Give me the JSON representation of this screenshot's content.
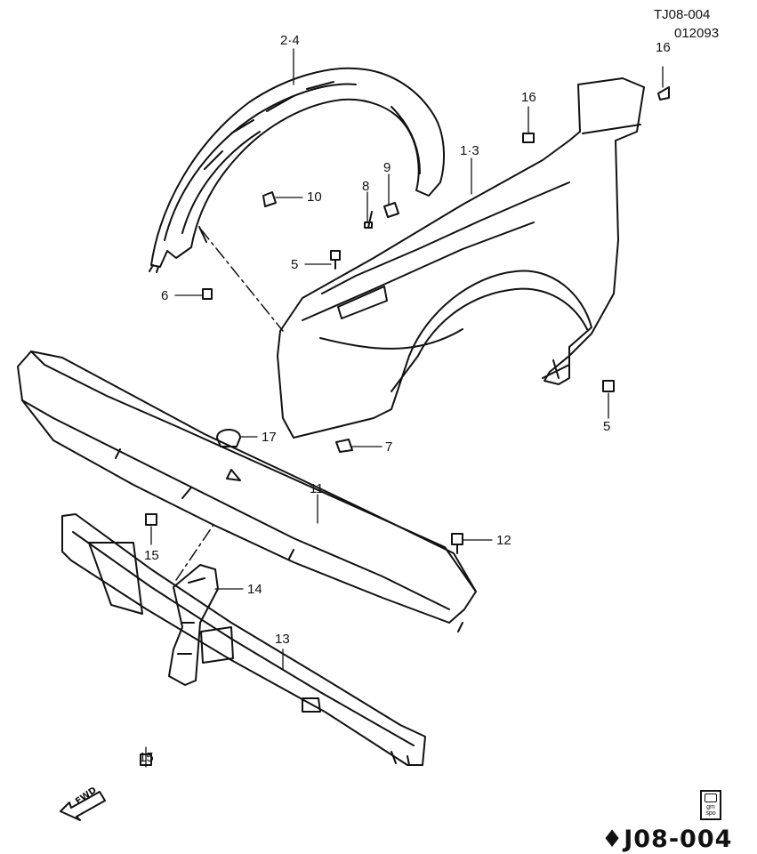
{
  "header": {
    "diagram_id": "TJ08-004",
    "date_code": "012093"
  },
  "footer": {
    "symbol": "♦",
    "code": "J08-004",
    "badge_line1": "gm",
    "badge_line2": "spo",
    "fwd_label": "FWD"
  },
  "callouts": {
    "c2_4": "2·4",
    "c16_top": "16",
    "c16_mid": "16",
    "c1_3": "1·3",
    "c9": "9",
    "c8": "8",
    "c10": "10",
    "c5_left": "5",
    "c6": "6",
    "c5_right": "5",
    "c17": "17",
    "c7": "7",
    "c11": "11",
    "c12": "12",
    "c15_upper": "15",
    "c14": "14",
    "c13": "13",
    "c15_lower": "15"
  }
}
